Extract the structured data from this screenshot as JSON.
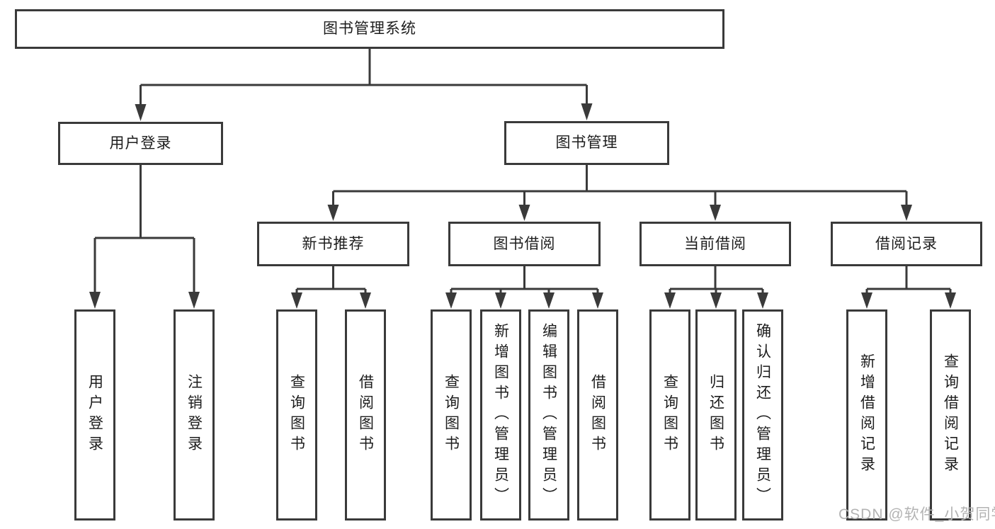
{
  "diagram_title": "图书管理系统",
  "tree": {
    "label": "图书管理系统",
    "children": [
      {
        "label": "用户登录",
        "children": [
          {
            "label": "用户登录"
          },
          {
            "label": "注销登录"
          }
        ]
      },
      {
        "label": "图书管理",
        "children": [
          {
            "label": "新书推荐",
            "children": [
              {
                "label": "查询图书"
              },
              {
                "label": "借阅图书"
              }
            ]
          },
          {
            "label": "图书借阅",
            "children": [
              {
                "label": "查询图书"
              },
              {
                "label": "新增图书（管理员）"
              },
              {
                "label": "编辑图书（管理员）"
              },
              {
                "label": "借阅图书"
              }
            ]
          },
          {
            "label": "当前借阅",
            "children": [
              {
                "label": "查询图书"
              },
              {
                "label": "归还图书"
              },
              {
                "label": "确认归还（管理员）"
              }
            ]
          },
          {
            "label": "借阅记录",
            "children": [
              {
                "label": "新增借阅记录"
              },
              {
                "label": "查询借阅记录"
              }
            ]
          }
        ]
      }
    ]
  },
  "watermark": {
    "text": "CSDN @软件_小贺同学"
  },
  "colors": {
    "line": "#3a3a3a",
    "box_border": "#3a3a3a",
    "box_fill": "#ffffff",
    "text": "#1d1d1d",
    "watermark": "#b3b3b3",
    "background": "#ffffff"
  }
}
